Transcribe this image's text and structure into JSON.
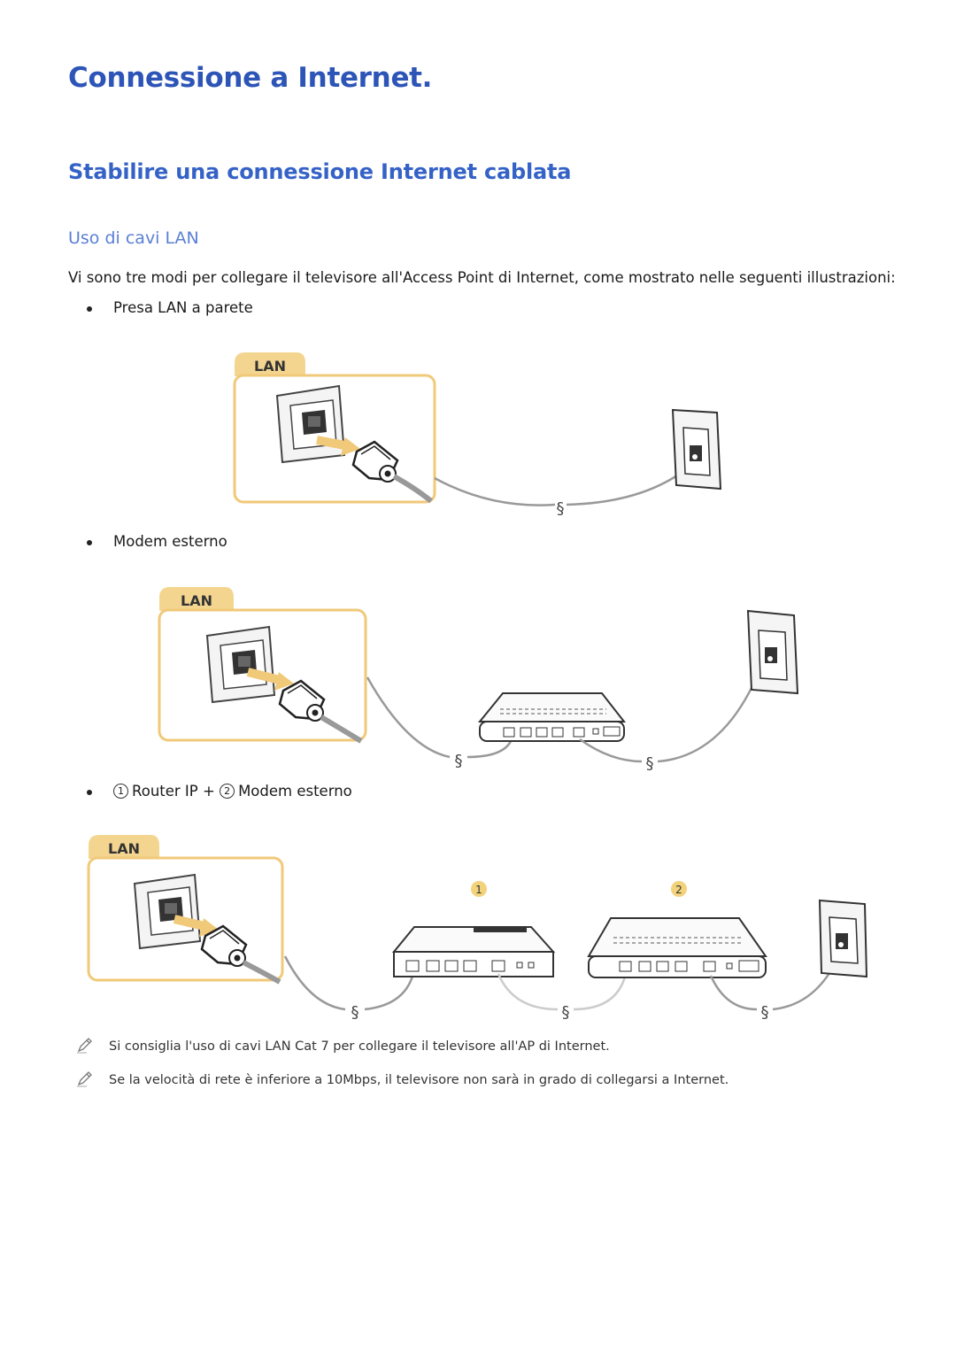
{
  "page": {
    "title": "Connessione a Internet.",
    "section_title": "Stabilire una connessione Internet cablata",
    "subsection_title": "Uso di cavi LAN",
    "intro": "Vi sono tre modi per collegare il televisore all'Access Point di Internet, come mostrato nelle seguenti illustrazioni:"
  },
  "bullets": [
    {
      "label": "Presa LAN a parete"
    },
    {
      "label": "Modem esterno"
    },
    {
      "num1": "1",
      "part1": "Router IP +",
      "num2": "2",
      "part2": "Modem esterno"
    }
  ],
  "figures": {
    "lan_tab_label": "LAN",
    "router_marker": "1",
    "modem_marker": "2"
  },
  "notes": [
    {
      "icon": "pencil-icon",
      "text": "Si consiglia l'uso di cavi LAN Cat 7 per collegare il televisore all'AP di Internet."
    },
    {
      "icon": "pencil-icon",
      "text": "Se la velocità di rete è inferiore a 10Mbps, il televisore non sarà in grado di collegarsi a Internet."
    }
  ],
  "colors": {
    "title": "#2d55b7",
    "section": "#3562c7",
    "subsection": "#5a7fd4",
    "lan_frame": "#f0c979",
    "lan_tab": "#f4d590",
    "marker": "#f2d27a"
  }
}
